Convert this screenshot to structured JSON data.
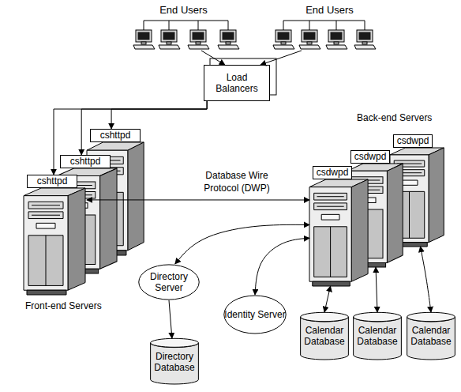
{
  "diagram": {
    "nodes": [
      {
        "text": [
          "End Users"
        ]
      },
      {
        "text": [
          "End Users"
        ]
      },
      {
        "text": [
          "Load Balancers"
        ]
      },
      {
        "text": [
          "cshttpd"
        ]
      },
      {
        "text": [
          "cshttpd"
        ]
      },
      {
        "text": [
          "cshttpd"
        ]
      },
      {
        "text": [
          "csdwpd"
        ]
      },
      {
        "text": [
          "csdwpd"
        ]
      },
      {
        "text": [
          "csdwpd"
        ]
      },
      {
        "text": [
          "Directory Server"
        ]
      },
      {
        "text": [
          "Identity Server"
        ]
      },
      {
        "text": [
          "Directory Database"
        ]
      },
      {
        "text": [
          "Calendar Database"
        ]
      },
      {
        "text": [
          "Calendar Database"
        ]
      },
      {
        "text": [
          "Calendar Database"
        ]
      }
    ],
    "edges": [
      {
        "from": 0,
        "to": 2,
        "arrow": "to"
      },
      {
        "from": 1,
        "to": 2,
        "arrow": "to"
      },
      {
        "from": 2,
        "to": 3,
        "arrow": "to"
      },
      {
        "from": 2,
        "to": 4,
        "arrow": "to"
      },
      {
        "from": 2,
        "to": 5,
        "arrow": "to"
      },
      {
        "from": 5,
        "to": 8,
        "label": "Database Wire Protocol (DWP)",
        "arrow": "both"
      },
      {
        "from": 9,
        "to": 8,
        "arrow": "both"
      },
      {
        "from": 10,
        "to": 8,
        "arrow": "both"
      },
      {
        "from": 9,
        "to": 11,
        "arrow": "to"
      },
      {
        "from": 8,
        "to": 12,
        "arrow": "both"
      },
      {
        "from": 7,
        "to": 13,
        "arrow": "both"
      },
      {
        "from": 6,
        "to": 14,
        "arrow": "both"
      }
    ],
    "labels": [
      "Back-end Servers",
      "Front-end Servers"
    ]
  }
}
